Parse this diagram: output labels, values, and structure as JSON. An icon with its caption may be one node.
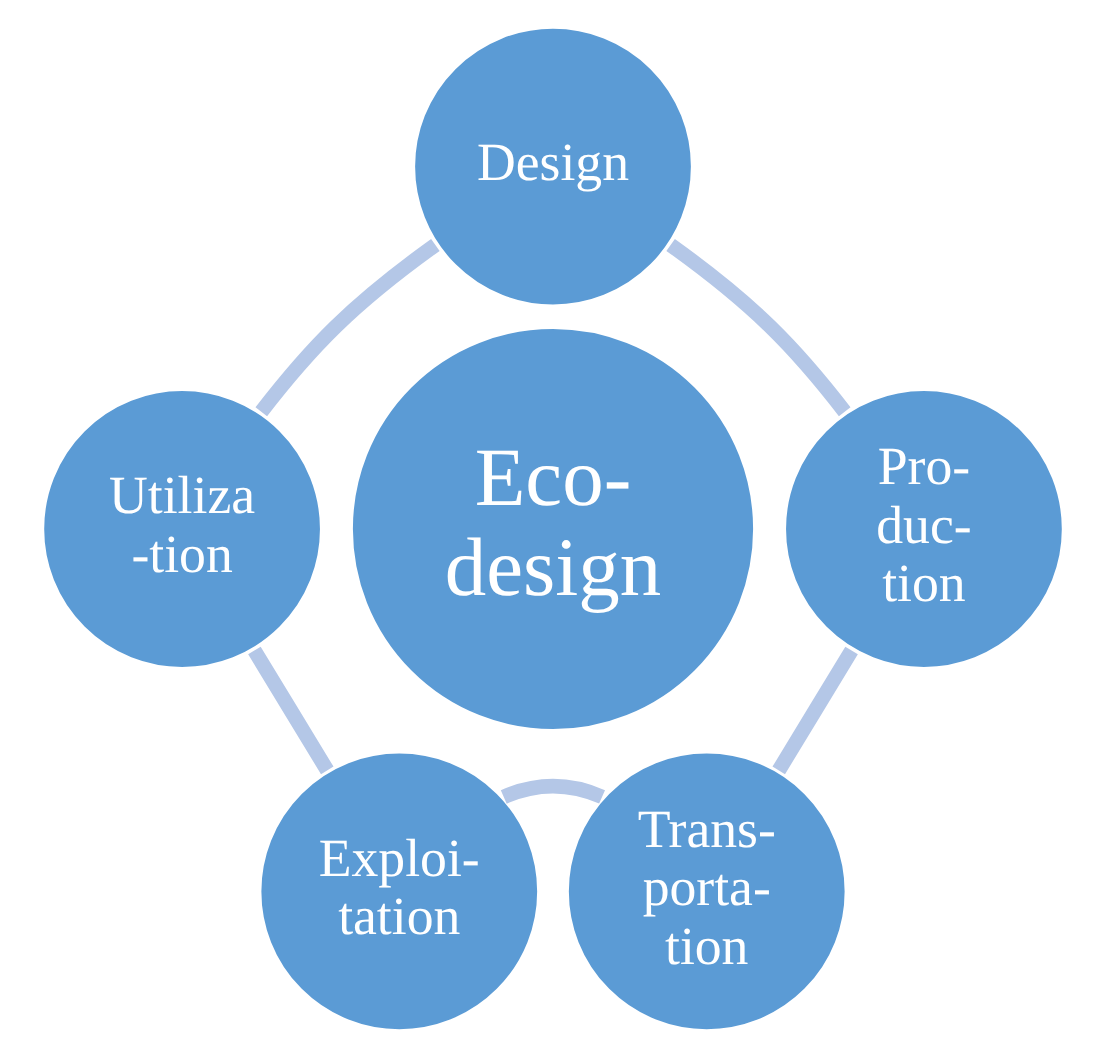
{
  "diagram": {
    "nodes": [
      {
        "text": [
          "Design"
        ]
      },
      {
        "text": [
          "Utiliza -tion"
        ]
      },
      {
        "text": [
          "Pro- duc- tion"
        ]
      },
      {
        "text": [
          "Eco- design"
        ]
      },
      {
        "text": [
          "Exploi- tation"
        ]
      },
      {
        "text": [
          "Trans- porta- tion"
        ]
      }
    ],
    "edges": [
      {
        "from": 0,
        "to": 2,
        "arrow": "none"
      },
      {
        "from": 2,
        "to": 5,
        "arrow": "none"
      },
      {
        "from": 5,
        "to": 4,
        "arrow": "none"
      },
      {
        "from": 4,
        "to": 1,
        "arrow": "none"
      },
      {
        "from": 1,
        "to": 0,
        "arrow": "none"
      }
    ]
  }
}
